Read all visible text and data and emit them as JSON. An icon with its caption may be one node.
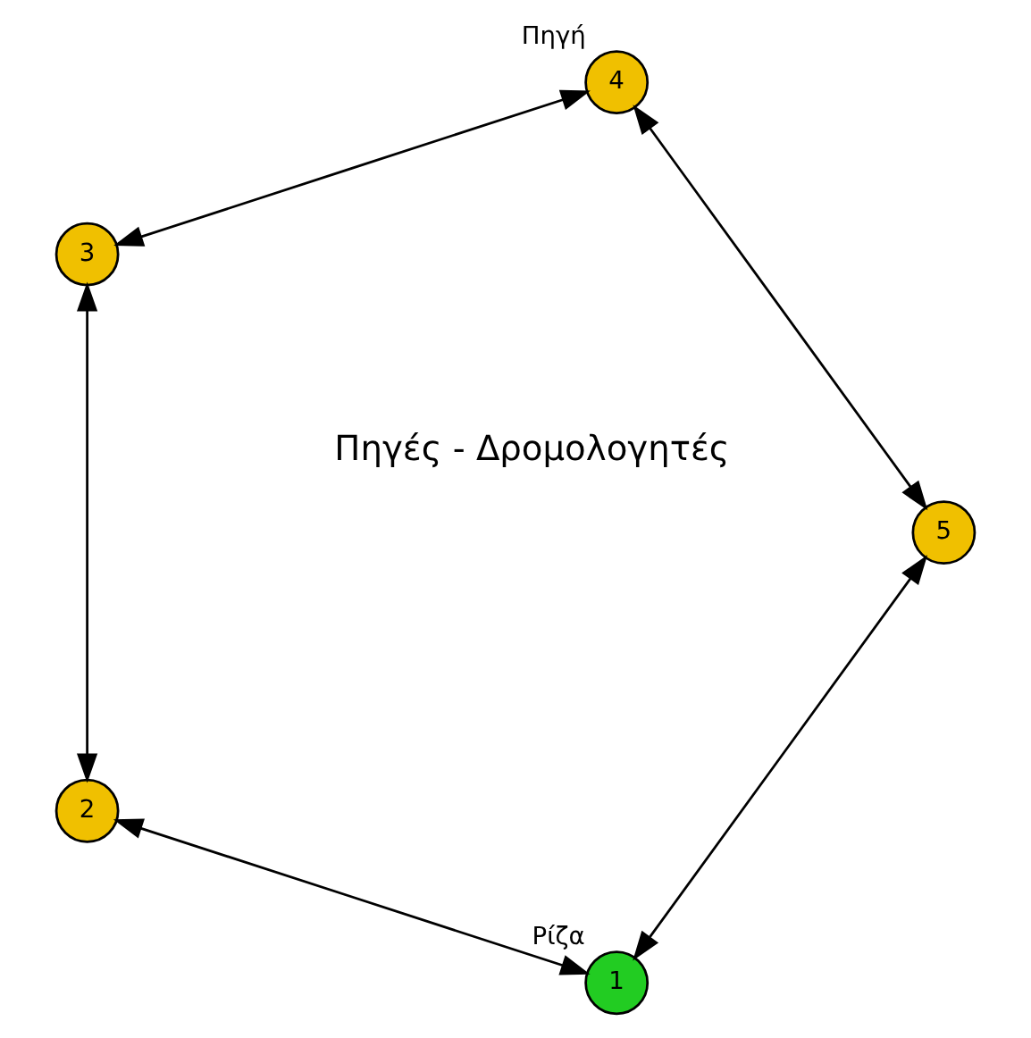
{
  "diagram": {
    "nodes": [
      {
        "text": [
          "1"
        ],
        "beside": [
          "Ρίζα"
        ]
      },
      {
        "text": [
          "2"
        ]
      },
      {
        "text": [
          "3"
        ]
      },
      {
        "text": [
          "4"
        ],
        "beside": [
          "Πηγή"
        ]
      },
      {
        "text": [
          "5"
        ]
      }
    ],
    "edges": [
      {
        "from": 0,
        "to": 1,
        "arrow": "both"
      },
      {
        "from": 1,
        "to": 2,
        "arrow": "both"
      },
      {
        "from": 2,
        "to": 3,
        "arrow": "both"
      },
      {
        "from": 3,
        "to": 4,
        "arrow": "both"
      },
      {
        "from": 4,
        "to": 0,
        "arrow": "both"
      }
    ],
    "labels": [
      "Πηγές - Δρομολογητές"
    ]
  }
}
